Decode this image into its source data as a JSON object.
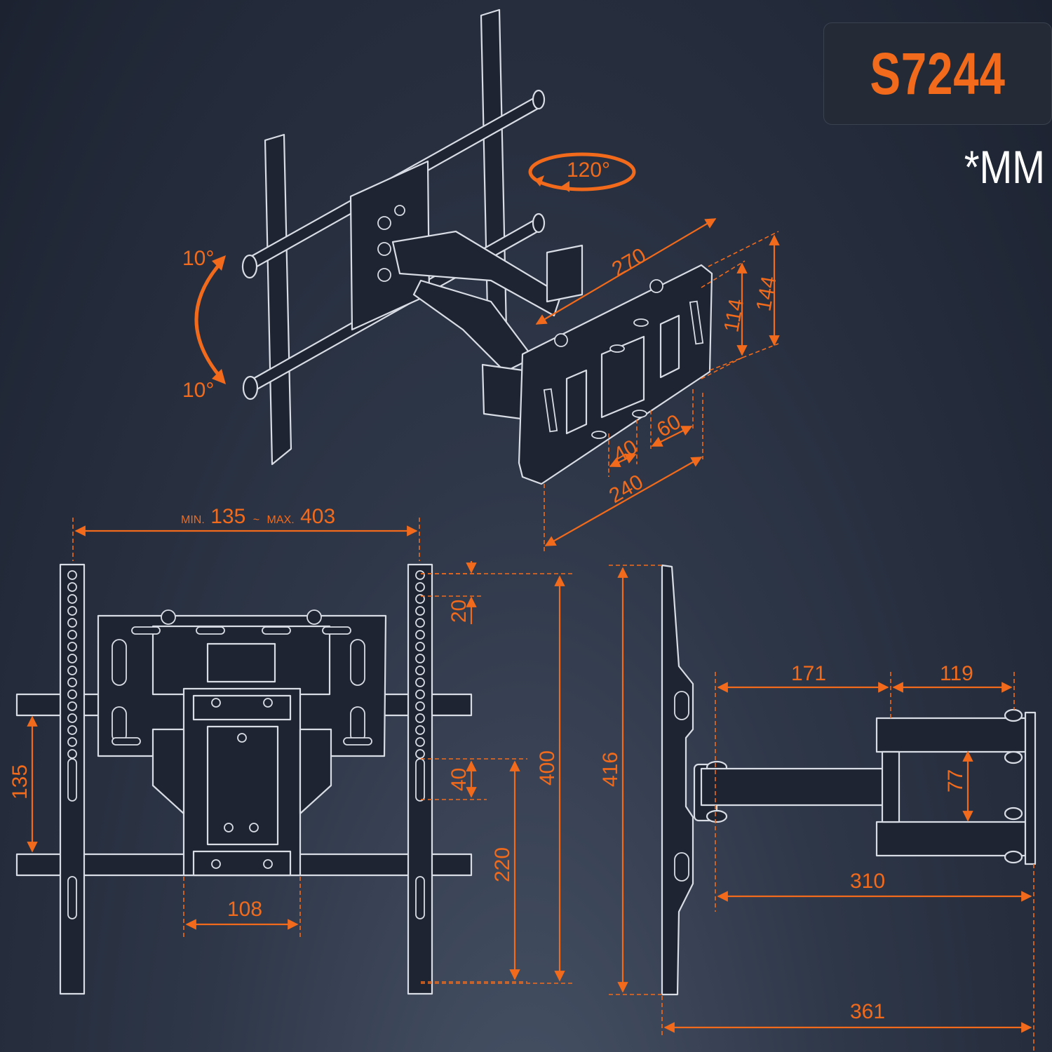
{
  "model": "S7244",
  "unit": "*MM",
  "iso_view": {
    "swivel": "120°",
    "tilt_up": "10°",
    "tilt_down": "10°",
    "arm_length": "270",
    "plate_height_outer": "144",
    "plate_height_inner": "114",
    "plate_width": "240",
    "hole_spacing_a": "40",
    "hole_spacing_b": "60"
  },
  "front_view": {
    "width_min_label": "MIN.",
    "width_min": "135",
    "width_sep": "~",
    "width_max_label": "MAX.",
    "width_max": "403",
    "rail_spacing": "135",
    "top_offset": "20",
    "height": "400",
    "slot_spacing": "40",
    "lower_height": "220",
    "plate_width": "108"
  },
  "side_view": {
    "height": "416",
    "arm_a": "171",
    "arm_b": "119",
    "plate_height": "77",
    "reach_arm": "310",
    "reach_total": "361"
  }
}
